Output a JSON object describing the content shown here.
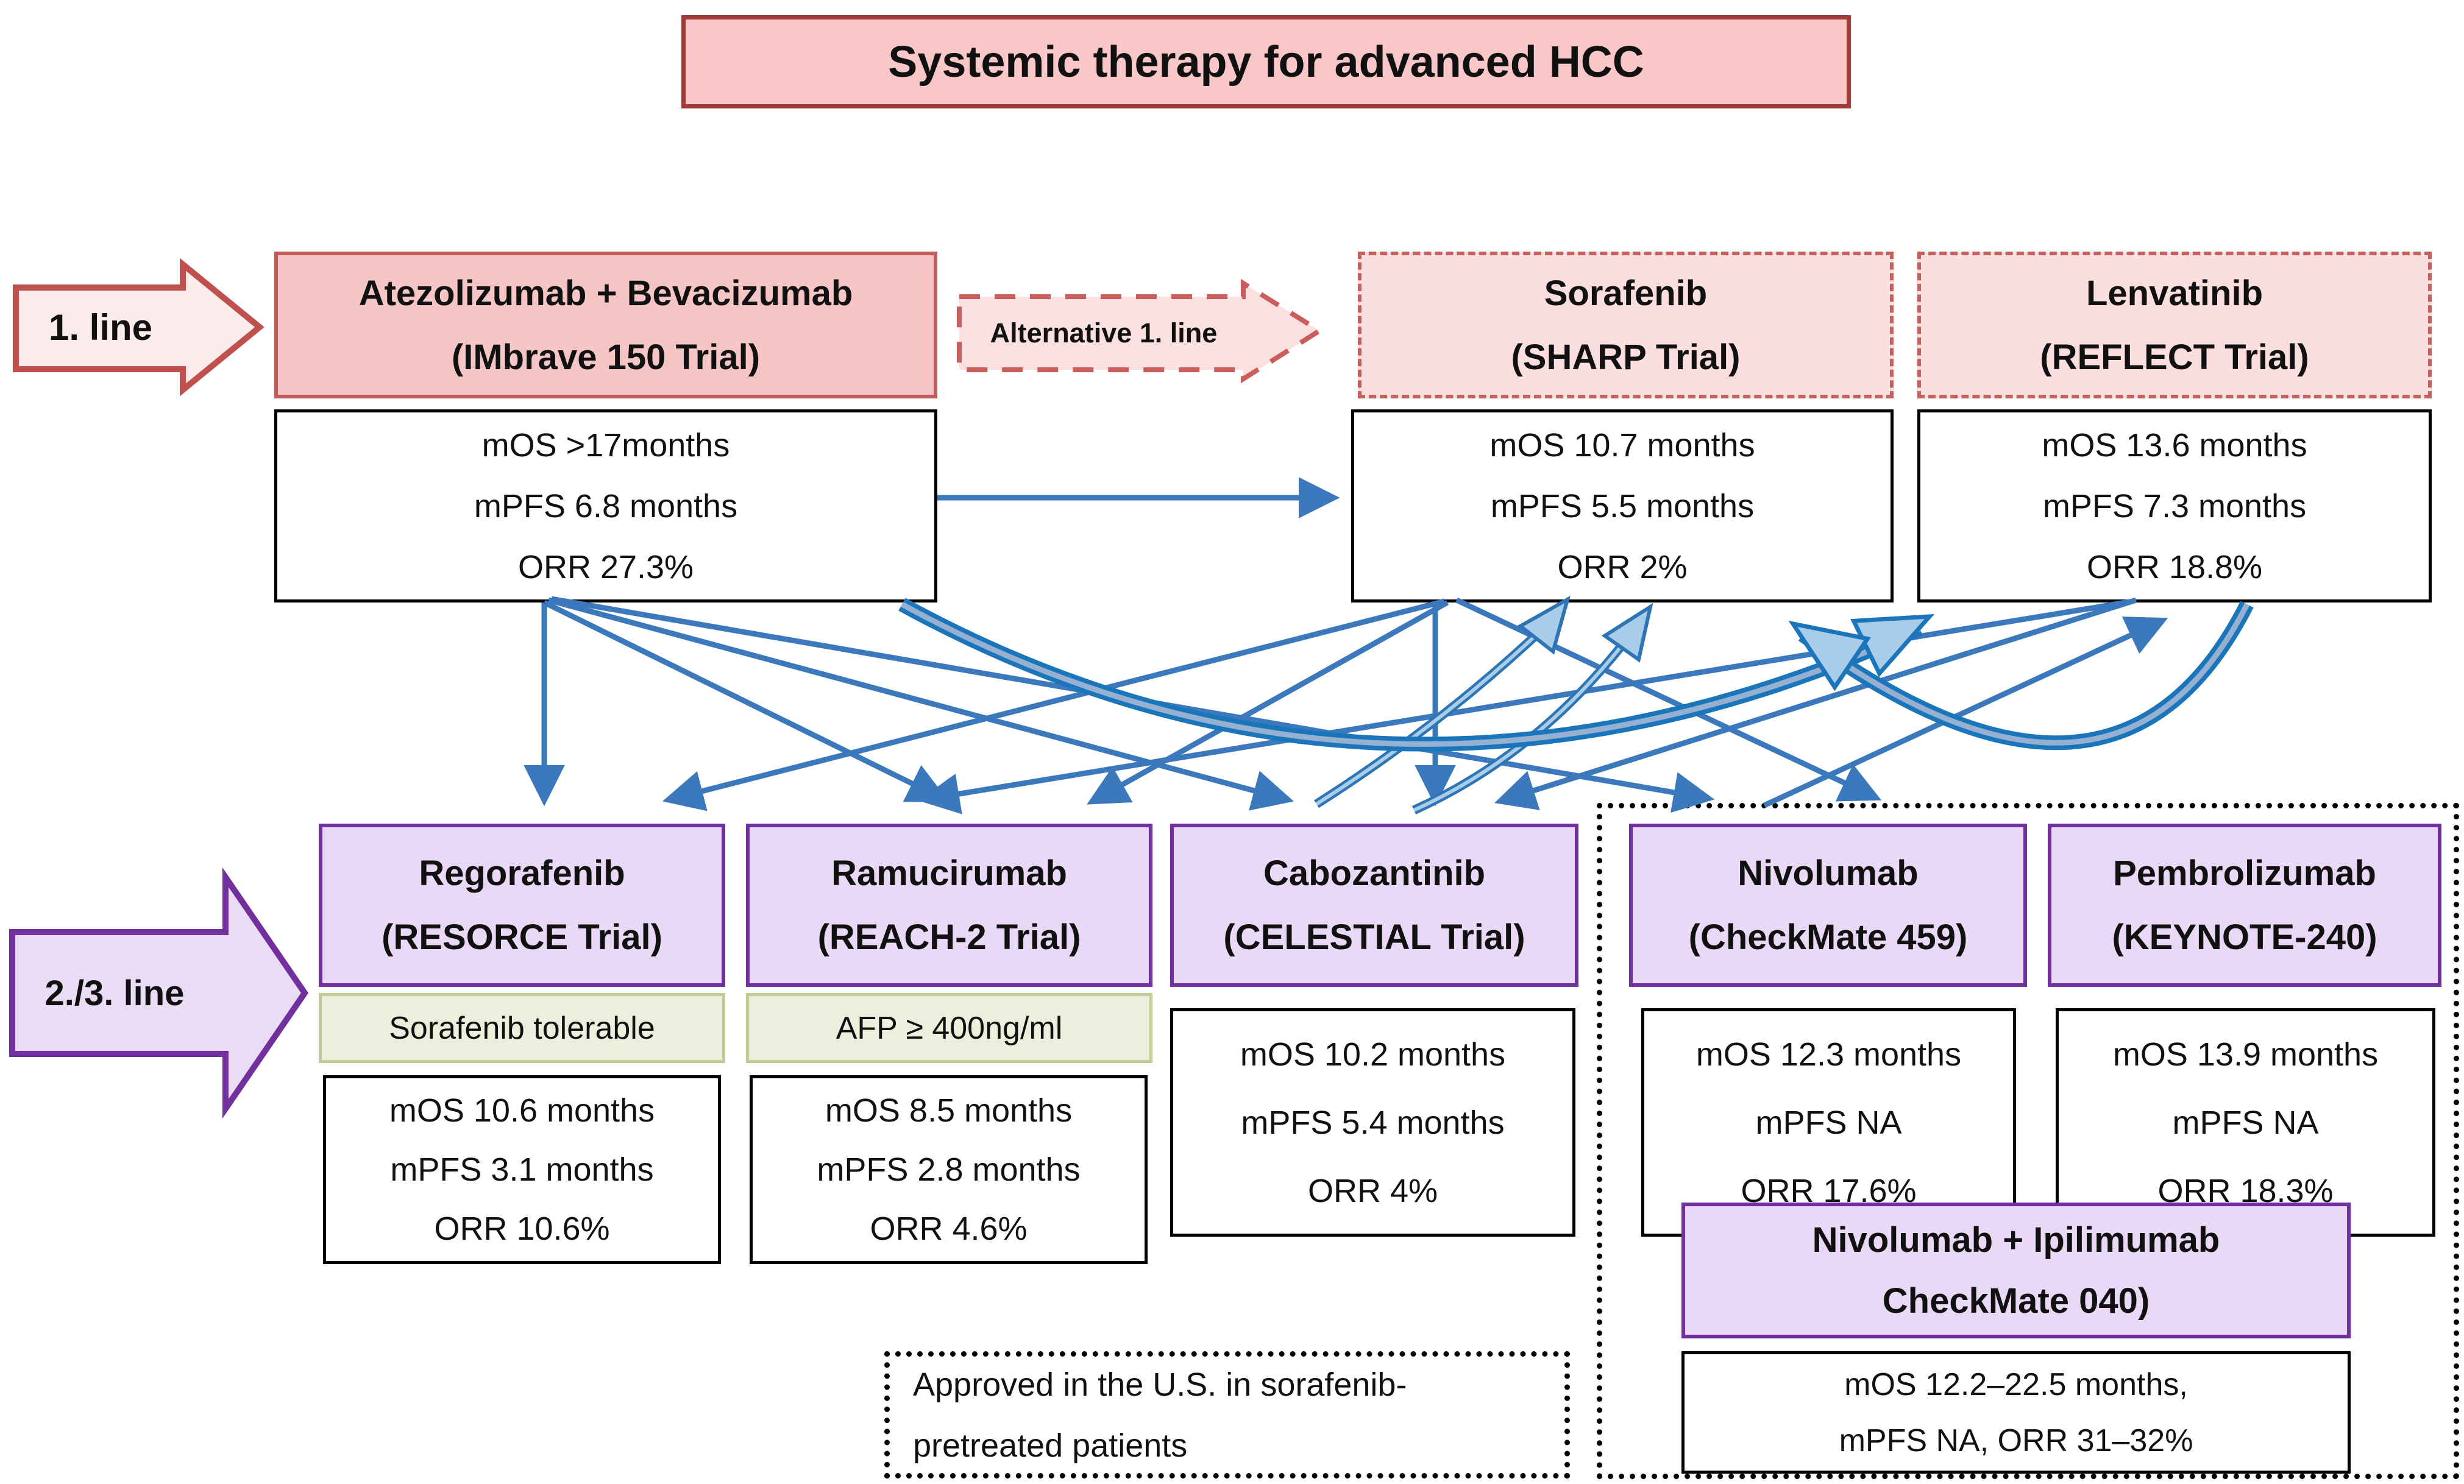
{
  "title": {
    "text": "Systemic therapy for advanced HCC"
  },
  "labels": {
    "first_line": "1. line",
    "alternative": "Alternative 1. line",
    "second_line": "2./3. line"
  },
  "first_line": [
    {
      "name": "Atezolizumab + Bevacizumab",
      "trial": "(IMbrave 150 Trial)",
      "stats": [
        "mOS >17months",
        "mPFS 6.8 months",
        "ORR 27.3%"
      ]
    },
    {
      "name": "Sorafenib",
      "trial": "(SHARP Trial)",
      "stats": [
        "mOS 10.7 months",
        "mPFS 5.5 months",
        "ORR 2%"
      ]
    },
    {
      "name": "Lenvatinib",
      "trial": "(REFLECT Trial)",
      "stats": [
        "mOS  13.6 months",
        "mPFS 7.3 months",
        "ORR 18.8%"
      ]
    }
  ],
  "second_line": [
    {
      "name": "Regorafenib",
      "trial": "(RESORCE Trial)",
      "condition": "Sorafenib tolerable",
      "stats": [
        "mOS 10.6 months",
        "mPFS 3.1 months",
        "ORR 10.6%"
      ]
    },
    {
      "name": "Ramucirumab",
      "trial": "(REACH-2 Trial)",
      "condition": "AFP ≥ 400ng/ml",
      "stats": [
        "mOS 8.5 months",
        "mPFS 2.8 months",
        "ORR 4.6%"
      ]
    },
    {
      "name": "Cabozantinib",
      "trial": "(CELESTIAL Trial)",
      "stats": [
        "mOS 10.2 months",
        "mPFS 5.4 months",
        "ORR 4%"
      ]
    },
    {
      "name": "Nivolumab",
      "trial": "(CheckMate 459)",
      "stats": [
        "mOS 12.3 months",
        "mPFS NA",
        "ORR 17.6%"
      ]
    },
    {
      "name": "Pembrolizumab",
      "trial": "(KEYNOTE-240)",
      "stats": [
        "mOS 13.9 months",
        "mPFS NA",
        "ORR 18.3%"
      ]
    },
    {
      "name": "Nivolumab + Ipilimumab",
      "trial": "CheckMate 040)",
      "stats": [
        "mOS 12.2–22.5 months,",
        "mPFS NA, ORR 31–32%"
      ]
    }
  ],
  "note": {
    "line1": "Approved in the U.S. in sorafenib-",
    "line2": "pretreated patients"
  },
  "colors": {
    "title_fill": "#F9C7C7",
    "title_border": "#9E3B39",
    "pink_fill": "#F6C6C6",
    "pink_border": "#C45B5B",
    "pink_dashed_fill": "#FBDEDE",
    "pink_dashed_border": "#C4605E",
    "purple_fill": "#EAD9F6",
    "purple_border": "#7030A0",
    "green_fill": "#EDEFDC",
    "green_border": "#BFCC94",
    "arrow_blue": "#3B79BC",
    "arrow_blue_dark": "#1B75BB",
    "arrow_blue_light": "#A9CCE8"
  }
}
